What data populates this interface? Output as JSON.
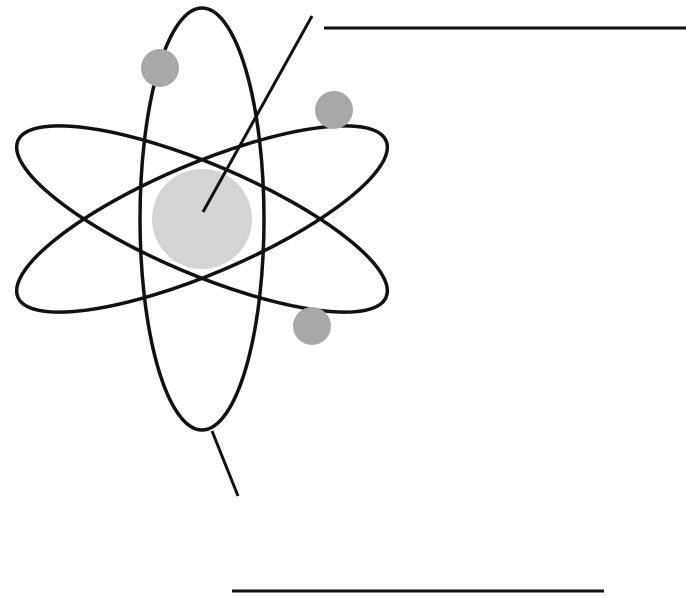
{
  "diagram": {
    "subject": "atom",
    "orbit_count": 3,
    "electron_count": 3,
    "answer_blank_count": 2,
    "colors": {
      "line": "#111111",
      "nucleus": "#d4d4d4",
      "electron": "#a8a8a8",
      "background": "#ffffff"
    }
  }
}
